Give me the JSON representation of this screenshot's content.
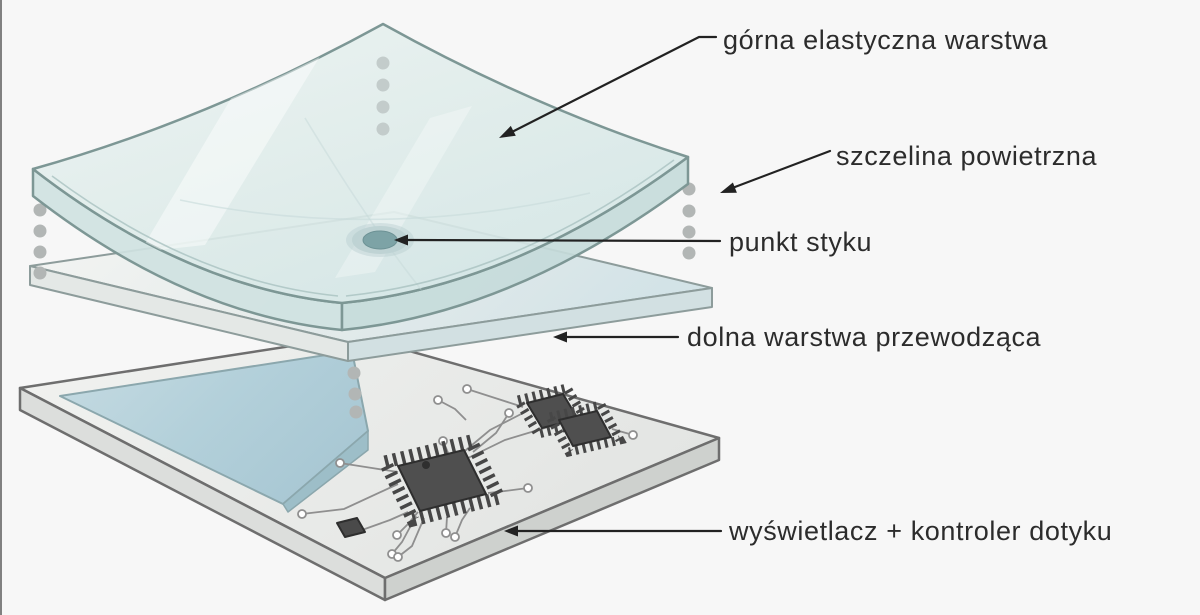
{
  "diagram_title": "resistive touchscreen exploded layers",
  "labels": {
    "top_layer": "górna elastyczna warstwa",
    "air_gap": "szczelina powietrzna",
    "contact_point": "punkt styku",
    "bottom_conductive": "dolna warstwa przewodząca",
    "display_controller": "wyświetlacz + kontroler dotyku"
  },
  "colors": {
    "background": "#f7f7f7",
    "glass_layer": "#dcebe9",
    "middle_layer": "#e9efee",
    "board": "#ebedeb",
    "screen_blue": "#b7d3dd",
    "contact_point_fill": "#7da3a6",
    "air_gap_dot": "#b2b6b5",
    "chip_body": "#4f4f4f",
    "trace": "#8f8f8f",
    "label_text": "#2c2c2c",
    "arrow": "#222222"
  }
}
